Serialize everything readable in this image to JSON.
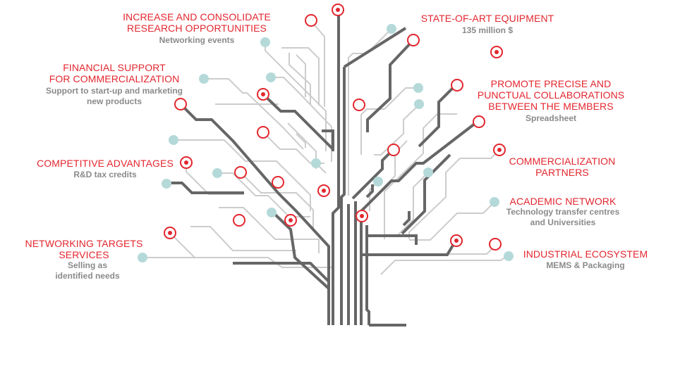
{
  "colors": {
    "accent": "#e3262e",
    "trunk": "#666666",
    "branch": "#cccccc",
    "node": "#b5d9d9",
    "subtitle": "#8a8a8a"
  },
  "labels": {
    "research": {
      "title": [
        "INCREASE AND CONSOLIDATE",
        "RESEARCH OPPORTUNITIES"
      ],
      "sub": [
        "Networking events"
      ]
    },
    "equipment": {
      "title": [
        "STATE-OF-ART EQUIPMENT"
      ],
      "sub": [
        "135 million $"
      ]
    },
    "financial": {
      "title": [
        "FINANCIAL SUPPORT",
        "FOR COMMERCIALIZATION"
      ],
      "sub": [
        "Support to start-up and marketing",
        "new products"
      ]
    },
    "collaborations": {
      "title": [
        "PROMOTE PRECISE AND",
        "PUNCTUAL COLLABORATIONS",
        "BETWEEN THE MEMBERS"
      ],
      "sub": [
        "Spreadsheet"
      ]
    },
    "competitive": {
      "title": [
        "COMPETITIVE ADVANTAGES"
      ],
      "sub": [
        "R&D tax credits"
      ]
    },
    "partners": {
      "title": [
        "COMMERCIALIZATION",
        "PARTNERS"
      ],
      "sub": []
    },
    "academic": {
      "title": [
        "ACADEMIC NETWORK"
      ],
      "sub": [
        "Technology transfer centres",
        "and Universities"
      ]
    },
    "networking": {
      "title": [
        "NETWORKING TARGETS",
        "SERVICES"
      ],
      "sub": [
        "Selling as",
        "identified needs"
      ]
    },
    "industrial": {
      "title": [
        "INDUSTRIAL ECOSYSTEM"
      ],
      "sub": [
        "MEMS & Packaging"
      ]
    }
  }
}
